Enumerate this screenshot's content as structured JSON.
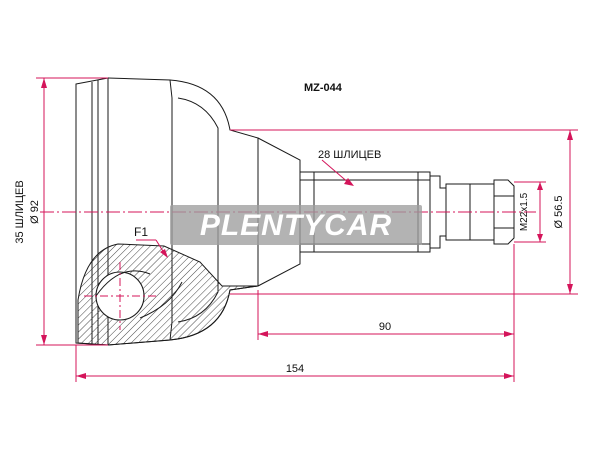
{
  "part_code": "MZ-044",
  "labels": {
    "spline_shaft": "28 ШЛИЦЕВ",
    "spline_housing": "35 ШЛИЦЕВ",
    "housing_diameter": "Ø 92",
    "thread": "M22x1.5",
    "shaft_diameter": "Ø 56.5",
    "f1": "F1",
    "dim_90": "90",
    "dim_154": "154"
  },
  "watermark": "PLENTYCAR",
  "colors": {
    "line": "#1a1a1a",
    "dimension": "#d4145a",
    "watermark_bg": "#9e9e9e",
    "watermark_text": "#ffffff"
  }
}
